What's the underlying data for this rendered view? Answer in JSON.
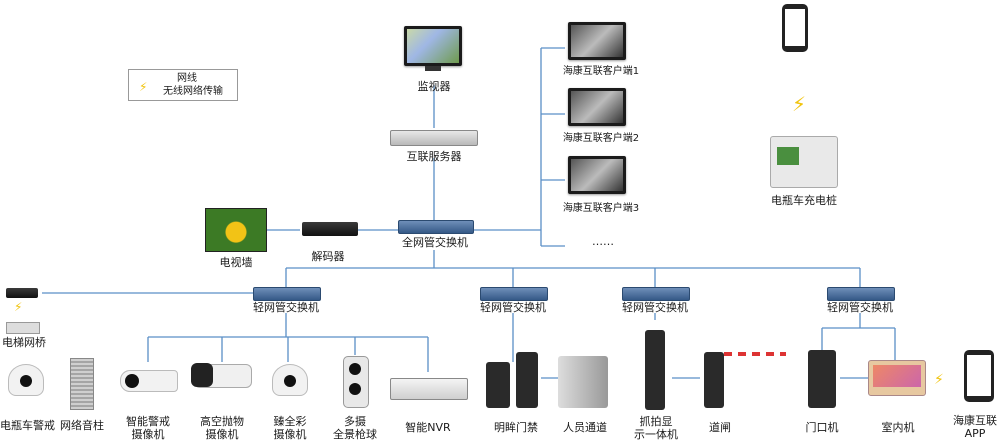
{
  "legend": {
    "wire_label": "网线",
    "wireless_label": "无线网络传输"
  },
  "nodes": {
    "monitor": "监视器",
    "server": "互联服务器",
    "client1": "海康互联客户端1",
    "client2": "海康互联客户端2",
    "client3": "海康互联客户端3",
    "more": "……",
    "charger": "电瓶车充电桩",
    "tv_wall": "电视墙",
    "decoder": "解码器",
    "core_switch": "全网管交换机",
    "light_switch": "轻网管交换机",
    "bridge": "电梯网桥",
    "ebike_alert": "电瓶车警戒",
    "speaker": "网络音柱",
    "smart_cam": "智能警戒\n摄像机",
    "highthrow_cam": "高空抛物\n摄像机",
    "fullcolor_cam": "臻全彩\n摄像机",
    "multi_cam": "多摄\n全景枪球",
    "nvr": "智能NVR",
    "access": "明眸门禁",
    "passage": "人员通道",
    "capture": "抓拍显\n示一体机",
    "gate": "道闸",
    "door_unit": "门口机",
    "indoor": "室内机",
    "app": "海康互联\nAPP"
  },
  "colors": {
    "wire": "#5b8fc7",
    "wireless": "#f1c40f"
  }
}
